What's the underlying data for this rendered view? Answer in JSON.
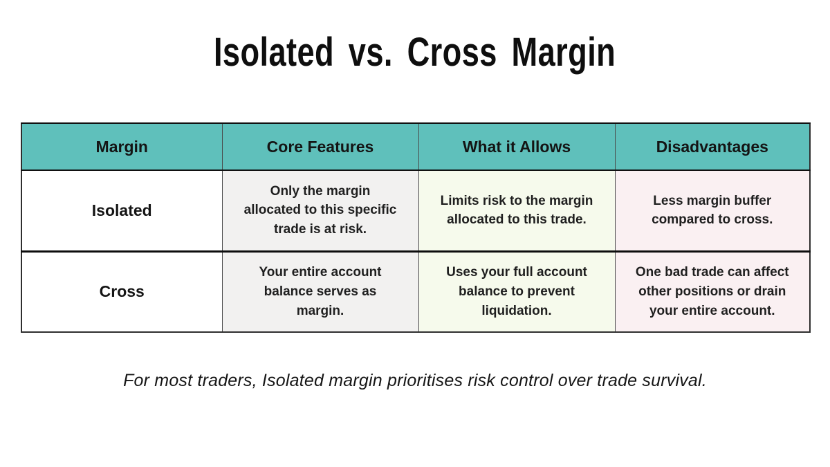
{
  "title": "Isolated vs. Cross Margin",
  "table": {
    "headers": [
      "Margin",
      "Core Features",
      "What it Allows",
      "Disadvantages"
    ],
    "rows": [
      {
        "label": "Isolated",
        "core_features": "Only the margin\nallocated to this specific\ntrade is at risk.",
        "what_it_allows": "Limits risk to the margin\nallocated to this trade.",
        "disadvantages": "Less margin buffer\ncompared to cross."
      },
      {
        "label": "Cross",
        "core_features": "Your entire account\nbalance serves as\nmargin.",
        "what_it_allows": "Uses your full account\nbalance to prevent\nliquidation.",
        "disadvantages": "One bad trade can affect\nother positions or drain\nyour entire account."
      }
    ]
  },
  "footer_note": "For most traders, Isolated margin prioritises risk control over trade survival.",
  "colors": {
    "header_bg": "#5fc0bb",
    "col_core_bg": "#f2f1f0",
    "col_allows_bg": "#f6faec",
    "col_disadv_bg": "#faf0f2",
    "text": "#1c1c1c"
  }
}
